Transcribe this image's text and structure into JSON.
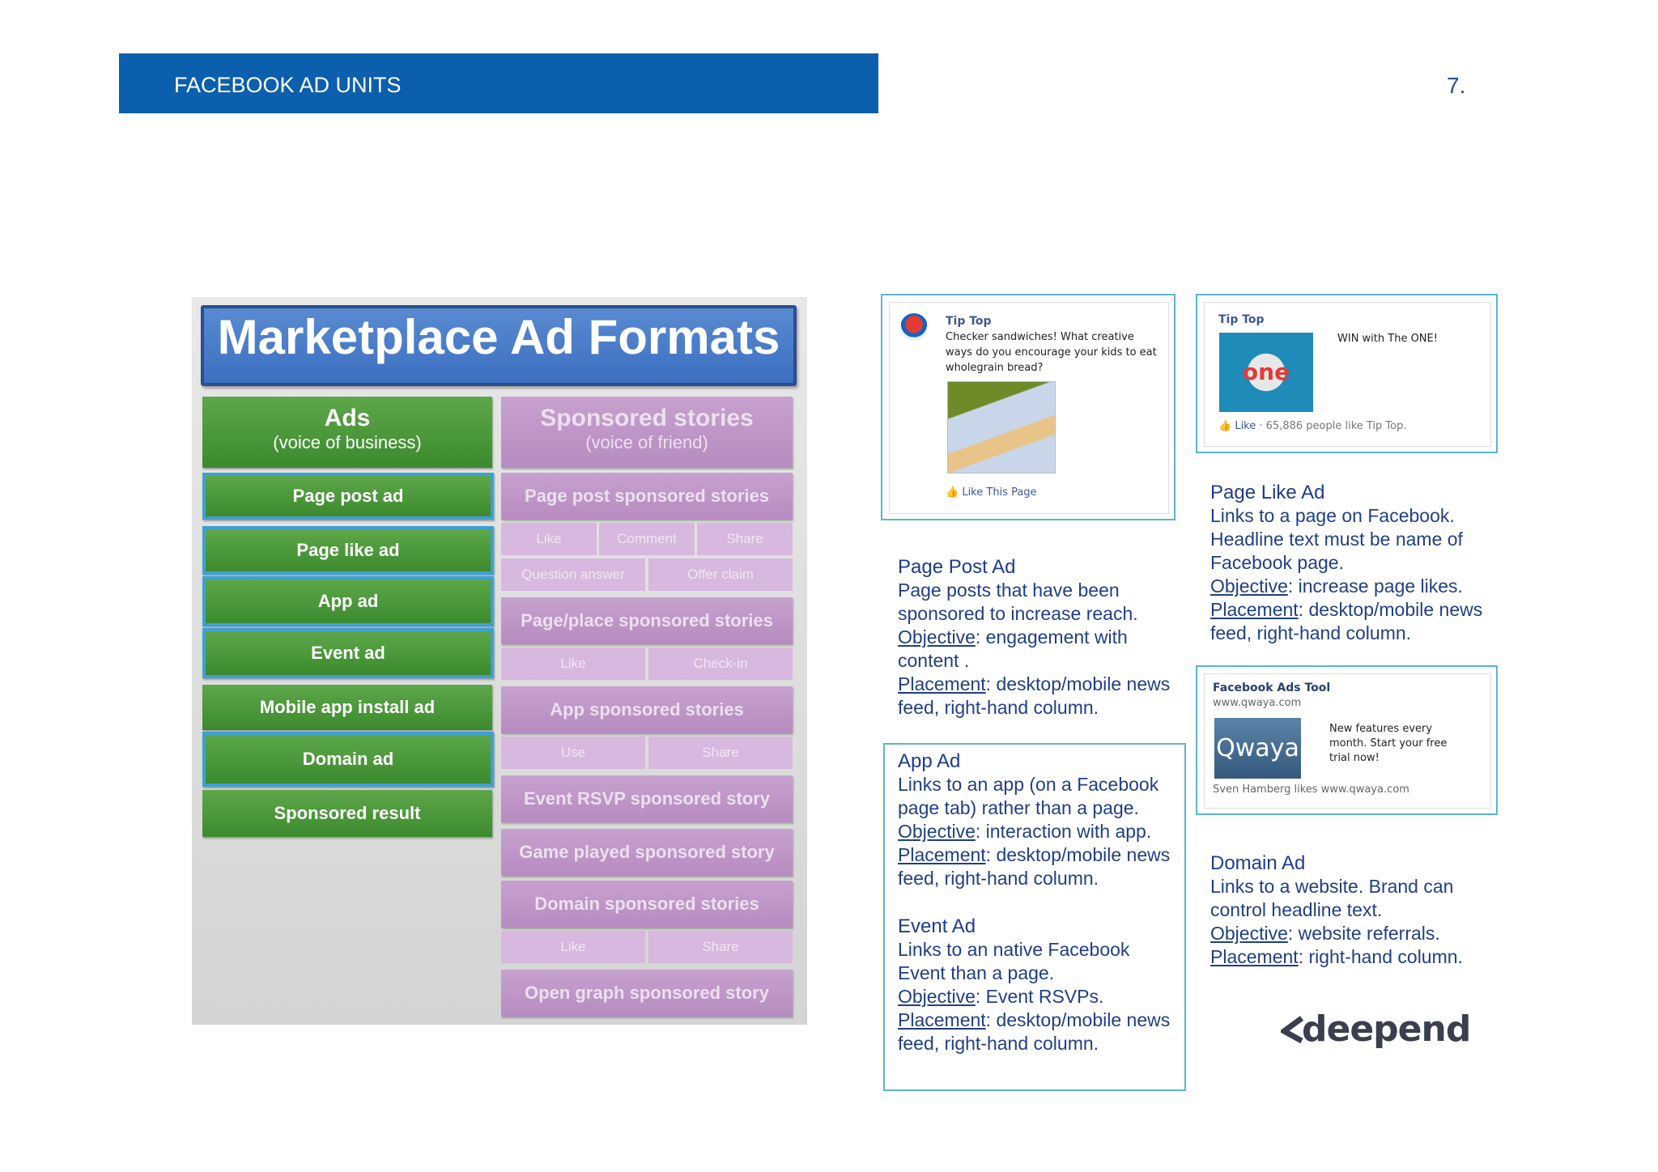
{
  "header": {
    "title": "FACEBOOK AD UNITS",
    "page_number": "7."
  },
  "marketplace": {
    "title": "Marketplace Ad Formats",
    "ads": {
      "title": "Ads",
      "subtitle": "(voice of business)",
      "items": [
        "Page post ad",
        "Page like ad",
        "App ad",
        "Event ad",
        "Mobile app install ad",
        "Domain ad",
        "Sponsored result"
      ]
    },
    "stories": {
      "title": "Sponsored stories",
      "subtitle": "(voice of friend)",
      "page_post": "Page post sponsored stories",
      "page_post_subs_row1": [
        "Like",
        "Comment",
        "Share"
      ],
      "page_post_subs_row2": [
        "Question answer",
        "Offer claim"
      ],
      "page_place": "Page/place sponsored stories",
      "page_place_subs": [
        "Like",
        "Check-in"
      ],
      "app": "App sponsored stories",
      "app_subs": [
        "Use",
        "Share"
      ],
      "event_rsvp": "Event RSVP sponsored story",
      "game_played": "Game played sponsored story",
      "domain": "Domain sponsored stories",
      "domain_subs": [
        "Like",
        "Share"
      ],
      "open_graph": "Open graph sponsored story"
    }
  },
  "ad_examples": {
    "page_post": {
      "name": "Tip Top",
      "text": "Checker sandwiches! What creative ways do you encourage your kids to eat wholegrain bread?",
      "like": "Like This Page"
    },
    "page_like": {
      "name": "Tip Top",
      "text": "WIN with The ONE!",
      "like": "Like",
      "count": " · 65,886 people like Tip Top.",
      "logo_text": "one"
    },
    "domain": {
      "name": "Facebook Ads Tool",
      "url": "www.qwaya.com",
      "logo_text": "Qwaya",
      "text": "New features every month. Start your free trial now!",
      "footer": "Sven Hamberg likes www.qwaya.com"
    }
  },
  "descriptions": {
    "page_post": {
      "heading": "Page Post Ad",
      "body": "Page posts that have been sponsored to increase reach.",
      "objective_label": "Objective",
      "objective": ": engagement with content .",
      "placement_label": "Placement",
      "placement": ": desktop/mobile news feed, right-hand column."
    },
    "app": {
      "heading": "App Ad",
      "body": "Links to an app (on a Facebook page tab) rather than a page.",
      "objective_label": "Objective",
      "objective": ": interaction with app.",
      "placement_label": "Placement",
      "placement": ": desktop/mobile news feed, right-hand column."
    },
    "event": {
      "heading": "Event Ad",
      "body": "Links to an native Facebook Event than a page.",
      "objective_label": "Objective",
      "objective": ": Event RSVPs.",
      "placement_label": "Placement",
      "placement": ": desktop/mobile news feed, right-hand column."
    },
    "page_like": {
      "heading": "Page Like Ad",
      "body": "Links to a page on Facebook. Headline text must be name of Facebook page.",
      "objective_label": "Objective",
      "objective": ": increase page likes.",
      "placement_label": "Placement",
      "placement": ": desktop/mobile news feed, right-hand column."
    },
    "domain": {
      "heading": "Domain Ad",
      "body": "Links to a website. Brand can control headline text.",
      "objective_label": "Objective",
      "objective": ": website referrals.",
      "placement_label": "Placement",
      "placement": ": right-hand column."
    }
  },
  "logo": {
    "text": "deepend"
  },
  "colors": {
    "header_blue": "#0b5fad",
    "ads_green": "#4a9a3a",
    "stories_purple": "#c09acb",
    "frame_blue": "#5bb4d0",
    "text_blue": "#1f3f86"
  }
}
